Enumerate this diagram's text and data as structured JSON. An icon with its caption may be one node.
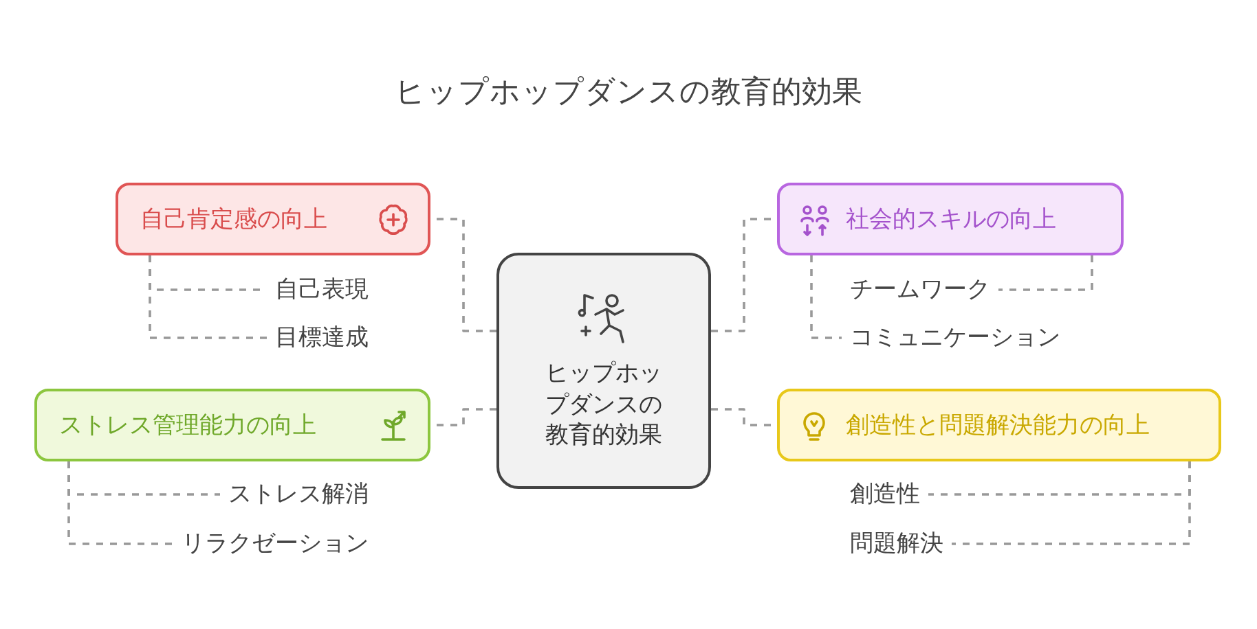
{
  "diagram": {
    "title": "ヒップホップダンスの教育的効果",
    "nodes": [
      {
        "text": [
          "ヒップホップダンスの教育的効果"
        ]
      },
      {
        "text": [
          "自己肯定感の向上"
        ]
      },
      {
        "text": [
          "自己表現"
        ]
      },
      {
        "text": [
          "目標達成"
        ]
      },
      {
        "text": [
          "ストレス管理能力の向上"
        ]
      },
      {
        "text": [
          "ストレス解消"
        ]
      },
      {
        "text": [
          "リラクゼーション"
        ]
      },
      {
        "text": [
          "社会的スキルの向上"
        ]
      },
      {
        "text": [
          "チームワーク"
        ]
      },
      {
        "text": [
          "コミュニケーション"
        ]
      },
      {
        "text": [
          "創造性と問題解決能力の向上"
        ]
      },
      {
        "text": [
          "創造性"
        ]
      },
      {
        "text": [
          "問題解決"
        ]
      }
    ],
    "edges": [
      {
        "from": 0,
        "to": 1,
        "arrow": "none",
        "style": "dashed"
      },
      {
        "from": 1,
        "to": 2,
        "arrow": "none",
        "style": "dashed"
      },
      {
        "from": 1,
        "to": 3,
        "arrow": "none",
        "style": "dashed"
      },
      {
        "from": 0,
        "to": 4,
        "arrow": "none",
        "style": "dashed"
      },
      {
        "from": 4,
        "to": 5,
        "arrow": "none",
        "style": "dashed"
      },
      {
        "from": 4,
        "to": 6,
        "arrow": "none",
        "style": "dashed"
      },
      {
        "from": 0,
        "to": 7,
        "arrow": "none",
        "style": "dashed"
      },
      {
        "from": 7,
        "to": 8,
        "arrow": "none",
        "style": "dashed"
      },
      {
        "from": 7,
        "to": 9,
        "arrow": "none",
        "style": "dashed"
      },
      {
        "from": 0,
        "to": 10,
        "arrow": "none",
        "style": "dashed"
      },
      {
        "from": 10,
        "to": 11,
        "arrow": "none",
        "style": "dashed"
      },
      {
        "from": 10,
        "to": 12,
        "arrow": "none",
        "style": "dashed"
      }
    ]
  }
}
